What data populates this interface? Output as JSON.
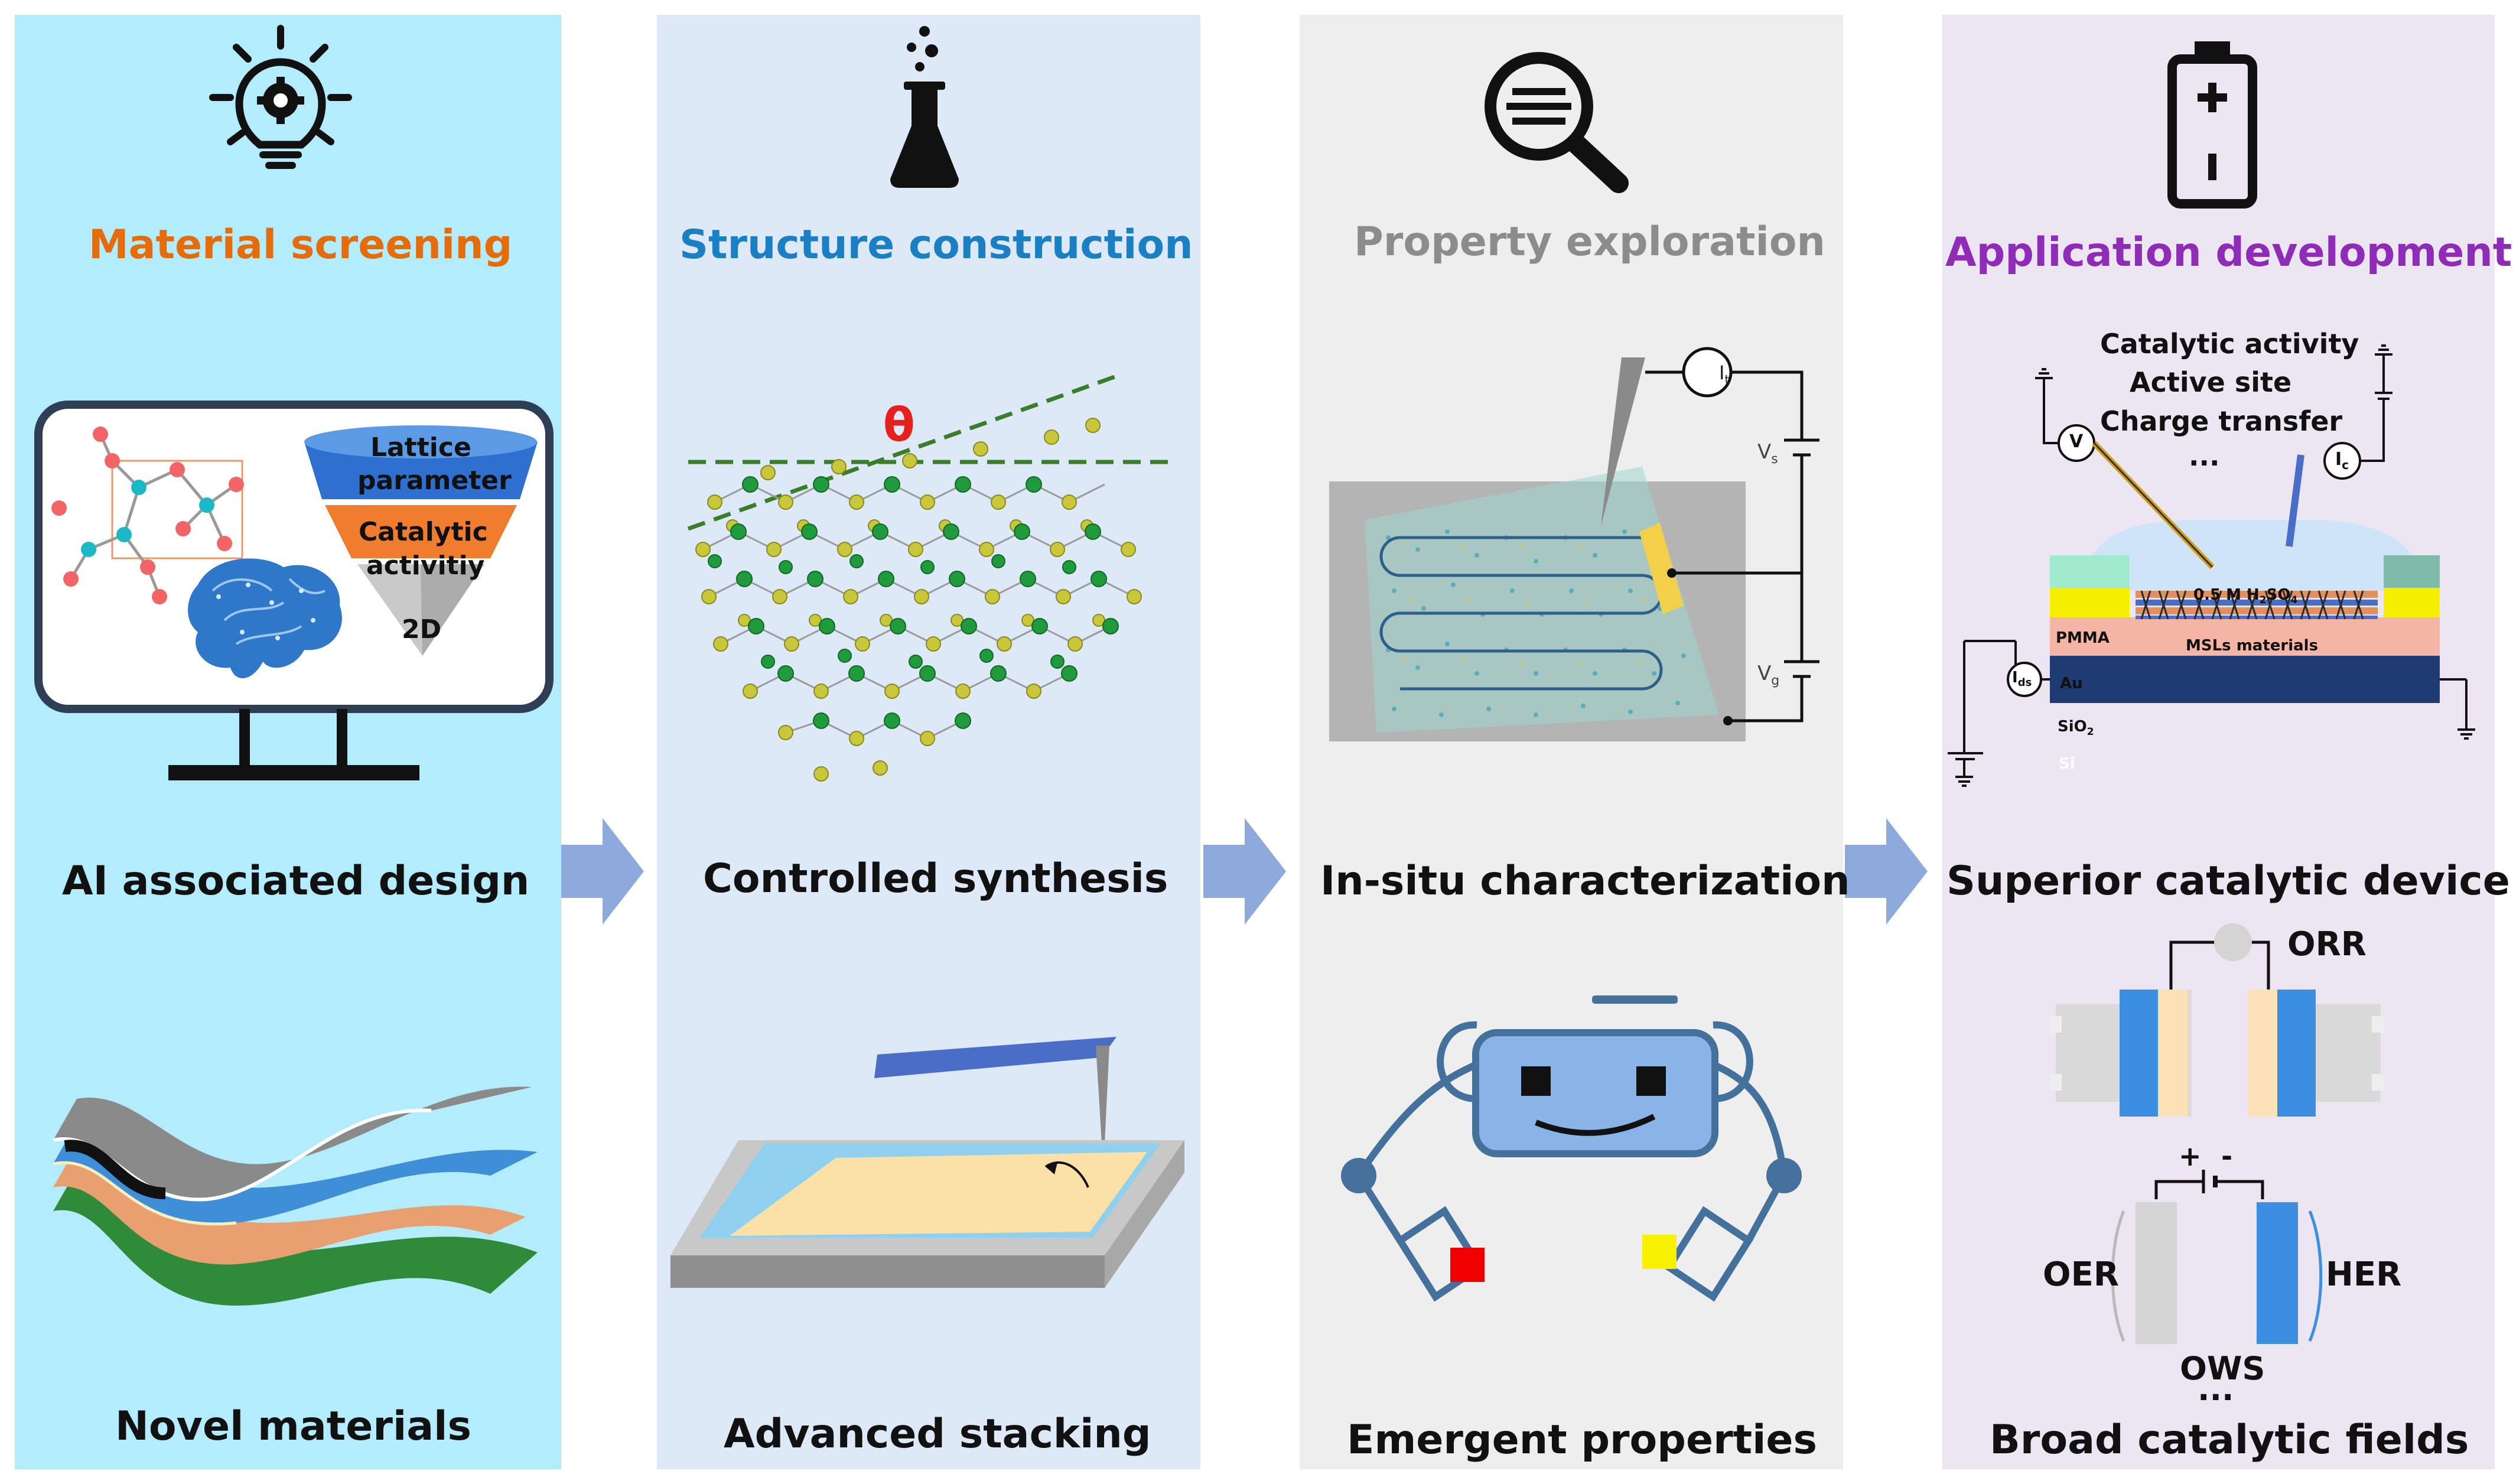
{
  "colors": {
    "panel1_bg": "#b3ecfd",
    "panel2_bg": "#dde9f6",
    "panel3_bg": "#eeeeee",
    "panel4_bg": "#ece6f3",
    "heading1": "#e46c0a",
    "heading2": "#1b7fc4",
    "heading3": "#8c8c8c",
    "heading4": "#8e2cb8",
    "arrow": "#8eaadc"
  },
  "panels": [
    {
      "heading": "Material screening",
      "icon": "lightbulb-gear-icon",
      "caption_top": "AI associated design",
      "caption_bottom": "Novel materials",
      "funnel_labels": [
        "Lattice",
        "parameter",
        "Catalytic",
        "activitiy",
        "2D"
      ]
    },
    {
      "heading": "Structure construction",
      "icon": "flask-icon",
      "caption_top": "Controlled synthesis",
      "caption_bottom": "Advanced stacking",
      "angle_label": "θ"
    },
    {
      "heading": "Property exploration",
      "icon": "magnifier-icon",
      "caption_top": "In-situ characterization",
      "caption_bottom": "Emergent properties",
      "circuit_labels": {
        "current": "I",
        "current_sub": "t",
        "vs": "V",
        "vs_sub": "s",
        "vg": "V",
        "vg_sub": "g"
      }
    },
    {
      "heading": "Application development",
      "icon": "battery-icon",
      "caption_top": "Superior catalytic device",
      "caption_bottom": "Broad catalytic fields",
      "device_list": [
        "Catalytic activity",
        "Active site",
        "Charge transfer",
        "..."
      ],
      "device_labels": {
        "v": "V",
        "ic": "I",
        "ic_sub": "c",
        "ids": "I",
        "ids_sub": "ds",
        "electrolyte": "0.5 M H",
        "electrolyte_sub": "2",
        "electrolyte_tail": "SO",
        "electrolyte_sub2": "4",
        "pmma": "PMMA",
        "au": "Au",
        "msls": "MSLs materials",
        "sio2": "SiO",
        "sio2_sub": "2",
        "si": "Si"
      },
      "reaction_labels": {
        "orr": "ORR",
        "oer": "OER",
        "her": "HER",
        "ows": "OWS",
        "more": "...",
        "plus": "+",
        "minus": "-"
      }
    }
  ]
}
